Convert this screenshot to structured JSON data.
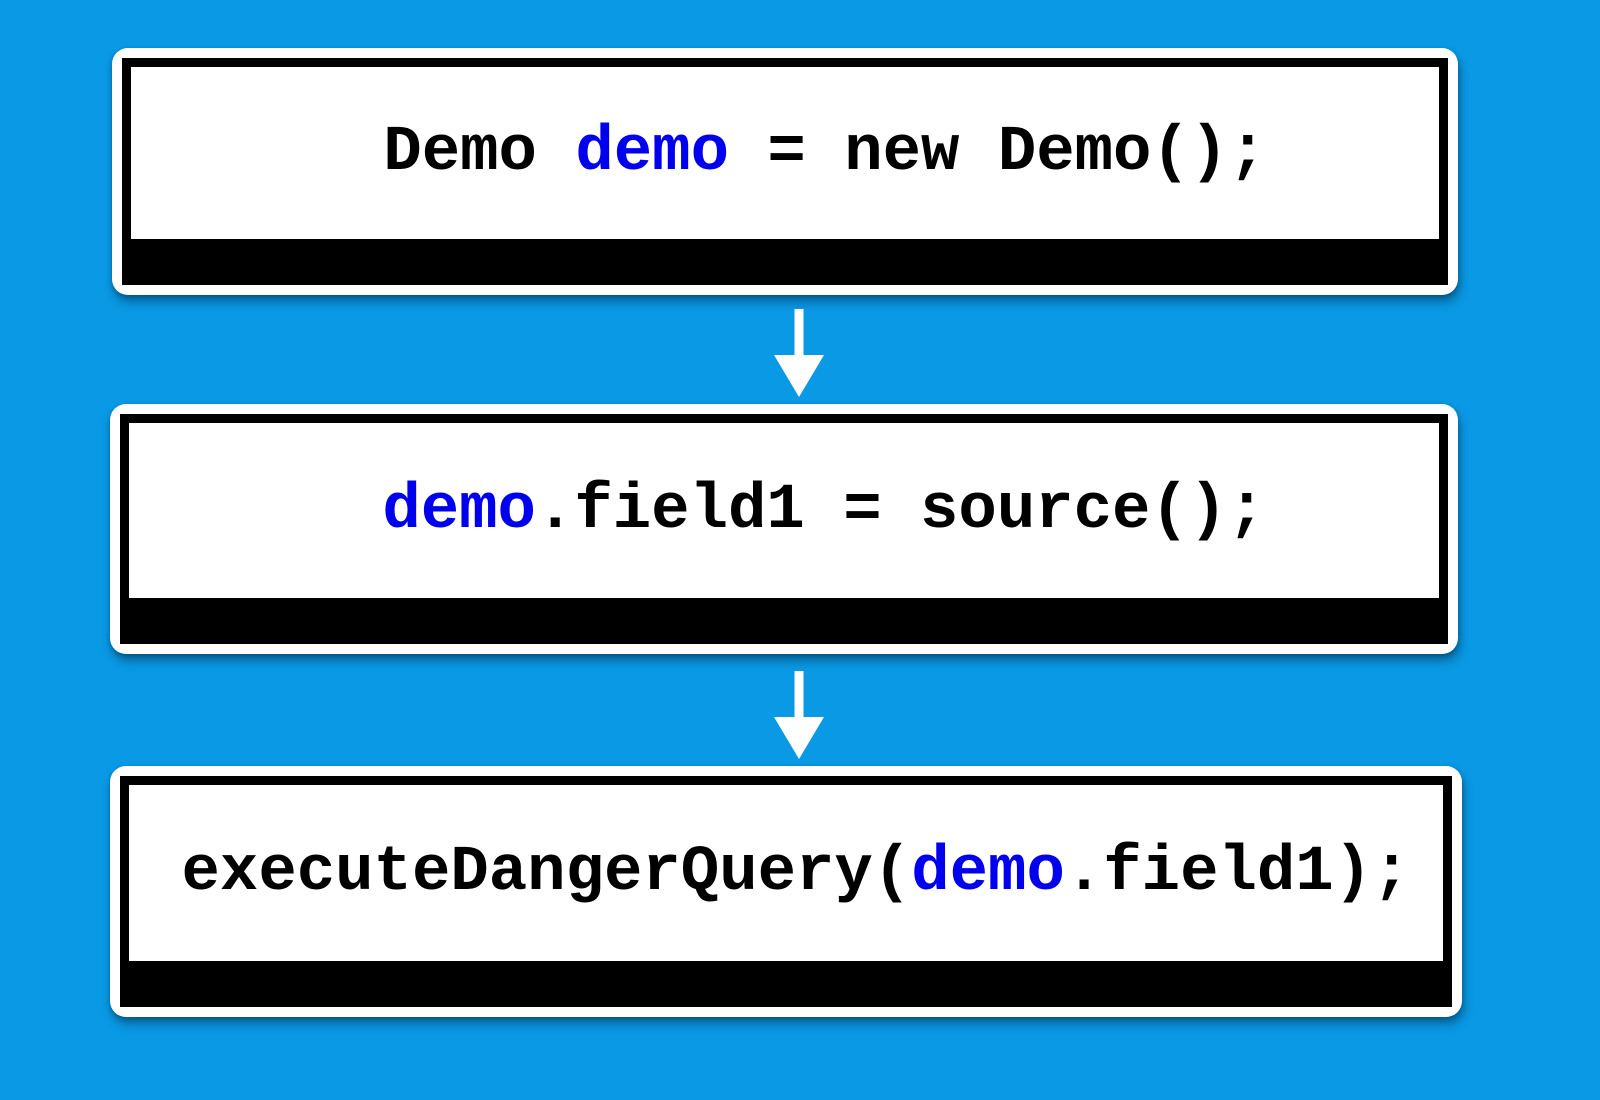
{
  "colors": {
    "background": "#0999E5",
    "keyword_blue": "#0000EE",
    "code_black": "#000000",
    "box_fill": "#FFFFFF",
    "frame_white": "#FFFFFF",
    "arrow_white": "#FFFFFF"
  },
  "flow": {
    "boxes": [
      {
        "name": "statement-1",
        "segments": [
          {
            "text": "Demo ",
            "color": "#000000"
          },
          {
            "text": "demo",
            "color": "#0000EE"
          },
          {
            "text": " = new Demo();",
            "color": "#000000"
          }
        ]
      },
      {
        "name": "statement-2",
        "segments": [
          {
            "text": "demo",
            "color": "#0000EE"
          },
          {
            "text": ".field1 = source();",
            "color": "#000000"
          }
        ]
      },
      {
        "name": "statement-3",
        "segments": [
          {
            "text": "executeDangerQuery(",
            "color": "#000000"
          },
          {
            "text": "demo",
            "color": "#0000EE"
          },
          {
            "text": ".field1);",
            "color": "#000000"
          }
        ]
      }
    ],
    "arrows": [
      {
        "icon": "down-arrow-icon"
      },
      {
        "icon": "down-arrow-icon"
      }
    ]
  }
}
